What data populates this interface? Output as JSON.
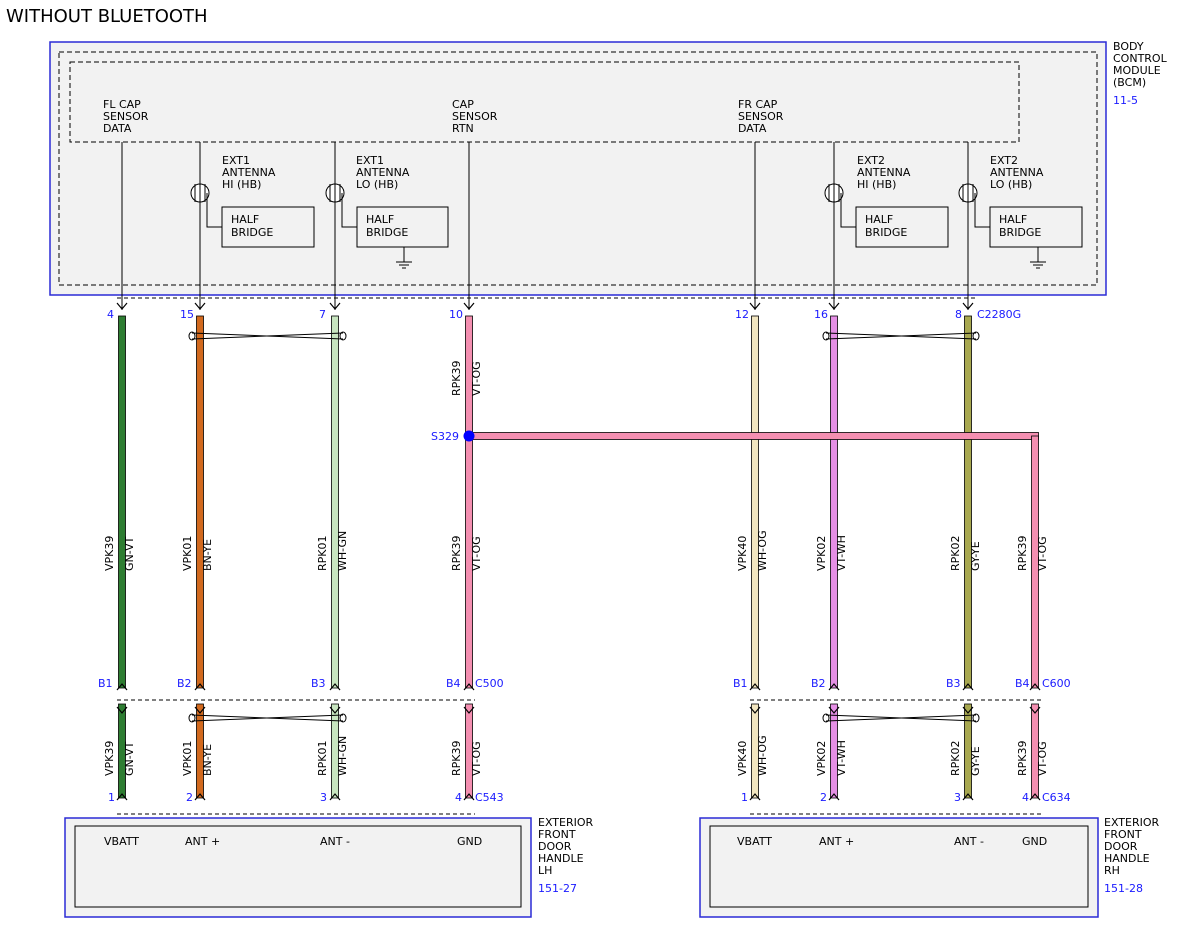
{
  "title": "WITHOUT BLUETOOTH",
  "colors": {
    "box_border": "#2b2bd6",
    "box_fill": "#f2f2f2",
    "ref_text": "#1a1aff",
    "GN-VT": "#2e7d32",
    "BN-YE": "#d2691e",
    "WH-GN": "#c8e6c0",
    "VT-OG": "#f48fb1",
    "WH-OG": "#f2e6c0",
    "VT-WH": "#e58fe5",
    "GY-YE": "#a8a850",
    "splice": "#0000ff"
  },
  "bcm": {
    "name_lines": [
      "BODY",
      "CONTROL",
      "MODULE",
      "(BCM)"
    ],
    "ref": "11-5",
    "connector": "C2280G",
    "signals": [
      {
        "key": "fl",
        "lines": [
          "FL CAP",
          "SENSOR",
          "DATA"
        ]
      },
      {
        "key": "rtn",
        "lines": [
          "CAP",
          "SENSOR",
          "RTN"
        ]
      },
      {
        "key": "fr",
        "lines": [
          "FR CAP",
          "SENSOR",
          "DATA"
        ]
      }
    ],
    "antennas": [
      {
        "key": "e1hi",
        "lines": [
          "EXT1",
          "ANTENNA",
          "HI (HB)"
        ],
        "block": [
          "HALF",
          "BRIDGE"
        ],
        "ground": false
      },
      {
        "key": "e1lo",
        "lines": [
          "EXT1",
          "ANTENNA",
          "LO (HB)"
        ],
        "block": [
          "HALF",
          "BRIDGE"
        ],
        "ground": true
      },
      {
        "key": "e2hi",
        "lines": [
          "EXT2",
          "ANTENNA",
          "HI (HB)"
        ],
        "block": [
          "HALF",
          "BRIDGE"
        ],
        "ground": false
      },
      {
        "key": "e2lo",
        "lines": [
          "EXT2",
          "ANTENNA",
          "LO (HB)"
        ],
        "block": [
          "HALF",
          "BRIDGE"
        ],
        "ground": true
      }
    ]
  },
  "splice": "S329",
  "inline_connectors": {
    "left": "C500",
    "right": "C600"
  },
  "wires": [
    {
      "key": "w1",
      "top_pin": "4",
      "inline_pin": "B1",
      "end_pin": "1",
      "circuit": "VPK39",
      "color": "GN-VT"
    },
    {
      "key": "w2",
      "top_pin": "15",
      "inline_pin": "B2",
      "end_pin": "2",
      "circuit": "VPK01",
      "color": "BN-YE"
    },
    {
      "key": "w3",
      "top_pin": "7",
      "inline_pin": "B3",
      "end_pin": "3",
      "circuit": "RPK01",
      "color": "WH-GN"
    },
    {
      "key": "w4",
      "top_pin": "10",
      "inline_pin": "B4",
      "end_pin": "4",
      "circuit": "RPK39",
      "color": "VT-OG"
    },
    {
      "key": "w5",
      "top_pin": "12",
      "inline_pin": "B1",
      "end_pin": "1",
      "circuit": "VPK40",
      "color": "WH-OG"
    },
    {
      "key": "w6",
      "top_pin": "16",
      "inline_pin": "B2",
      "end_pin": "2",
      "circuit": "VPK02",
      "color": "VT-WH"
    },
    {
      "key": "w7",
      "top_pin": "8",
      "inline_pin": "B3",
      "end_pin": "3",
      "circuit": "RPK02",
      "color": "GY-YE"
    },
    {
      "key": "w8",
      "inline_pin": "B4",
      "end_pin": "4",
      "circuit": "RPK39",
      "color": "VT-OG"
    }
  ],
  "lh_handle": {
    "name_lines": [
      "EXTERIOR",
      "FRONT",
      "DOOR",
      "HANDLE",
      "LH"
    ],
    "ref": "151-27",
    "connector": "C543",
    "terminals": [
      "VBATT",
      "ANT +",
      "ANT -",
      "GND"
    ]
  },
  "rh_handle": {
    "name_lines": [
      "EXTERIOR",
      "FRONT",
      "DOOR",
      "HANDLE",
      "RH"
    ],
    "ref": "151-28",
    "connector": "C634",
    "terminals": [
      "VBATT",
      "ANT +",
      "ANT -",
      "GND"
    ]
  }
}
